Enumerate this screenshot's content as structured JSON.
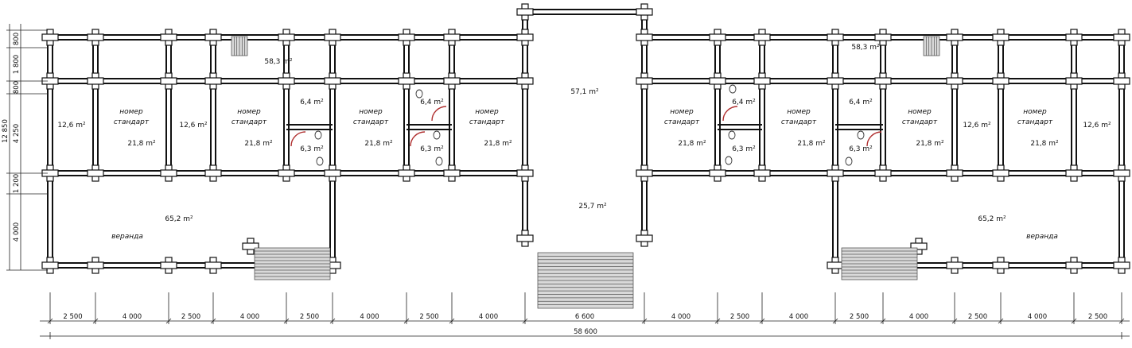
{
  "rooms": {
    "lounge_left": "58,3 m²",
    "lounge_right": "58,3 m²",
    "hall_upper": "57,1 m²",
    "hall_lower": "25,7 m²",
    "veranda_left_area": "65,2 m²",
    "veranda_right_area": "65,2 m²",
    "veranda_label": "веранда",
    "standard_l1": "номер",
    "standard_l2": "стандарт",
    "area_218": "21,8 m²",
    "area_126": "12,6 m²",
    "area_64": "6,4 m²",
    "area_63": "6,3 m²"
  },
  "dimensions": {
    "bottom": [
      "2 500",
      "4 000",
      "2 500",
      "4 000",
      "2 500",
      "4 000",
      "2 500",
      "4 000",
      "6 600",
      "4 000",
      "2 500",
      "4 000",
      "2 500",
      "4 000",
      "2 500",
      "4 000",
      "2 500"
    ],
    "total": "58 600",
    "left_overall": "12 850",
    "left": [
      "800",
      "1 800",
      "800",
      "4 250",
      "1 200",
      "4 000"
    ]
  },
  "colors": {
    "wall": "#111111",
    "stairs": "#d9d9d9",
    "fixture_red": "#b03030"
  }
}
